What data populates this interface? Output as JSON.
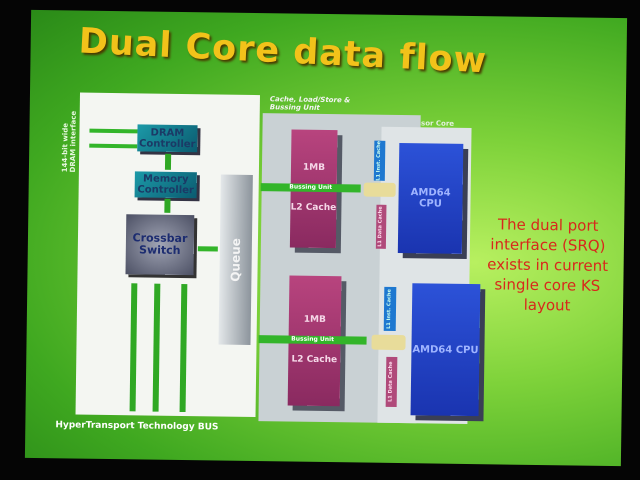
{
  "title": "Dual Core data flow",
  "left": {
    "dram_interface": "144-bit wide DRAM interface",
    "dram_controller": "DRAM Controller",
    "memory_controller": "Memory Controller",
    "crossbar": "Crossbar Switch",
    "queue": "Queue",
    "bus_label": "HyperTransport Technology BUS"
  },
  "middle": {
    "header": "Cache, Load/Store & Bussing Unit",
    "processor_core": "Processor Core",
    "cores": [
      {
        "l2_size": "1MB",
        "l2_label": "L2 Cache",
        "bussing": "Bussing Unit",
        "l1_inst": "L1 Inst. Cache",
        "l1_data": "L1 Data Cache",
        "cpu": "AMD64 CPU"
      },
      {
        "l2_size": "1MB",
        "l2_label": "L2 Cache",
        "bussing": "Bussing Unit",
        "l1_inst": "L1 Inst. Cache",
        "l1_data": "L1 Data Cache",
        "cpu": "AMD64 CPU"
      }
    ]
  },
  "note": "The dual port interface (SRQ) exists in current single core KS layout"
}
